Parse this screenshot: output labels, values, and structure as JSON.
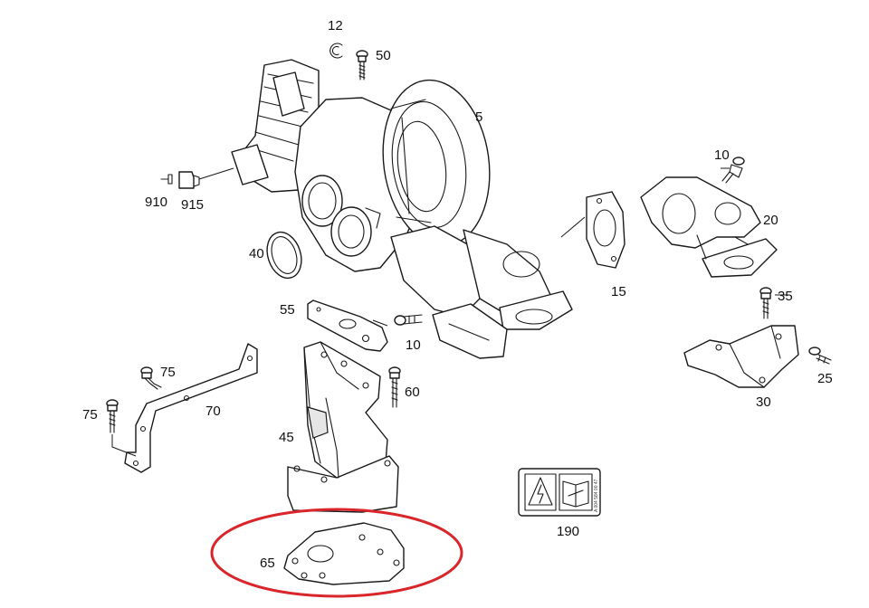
{
  "callouts": [
    {
      "id": "12",
      "label": "12"
    },
    {
      "id": "50",
      "label": "50"
    },
    {
      "id": "5",
      "label": "5"
    },
    {
      "id": "10a",
      "label": "10"
    },
    {
      "id": "20",
      "label": "20"
    },
    {
      "id": "910",
      "label": "910"
    },
    {
      "id": "915",
      "label": "915"
    },
    {
      "id": "40",
      "label": "40"
    },
    {
      "id": "15",
      "label": "15"
    },
    {
      "id": "35",
      "label": "35"
    },
    {
      "id": "55",
      "label": "55"
    },
    {
      "id": "10b",
      "label": "10"
    },
    {
      "id": "75a",
      "label": "75"
    },
    {
      "id": "60",
      "label": "60"
    },
    {
      "id": "25",
      "label": "25"
    },
    {
      "id": "30",
      "label": "30"
    },
    {
      "id": "75b",
      "label": "75"
    },
    {
      "id": "70",
      "label": "70"
    },
    {
      "id": "45",
      "label": "45"
    },
    {
      "id": "190",
      "label": "190"
    },
    {
      "id": "65",
      "label": "65"
    }
  ],
  "warning_label_code": "A 004 584 00 47",
  "highlight_color": "#d9262b"
}
